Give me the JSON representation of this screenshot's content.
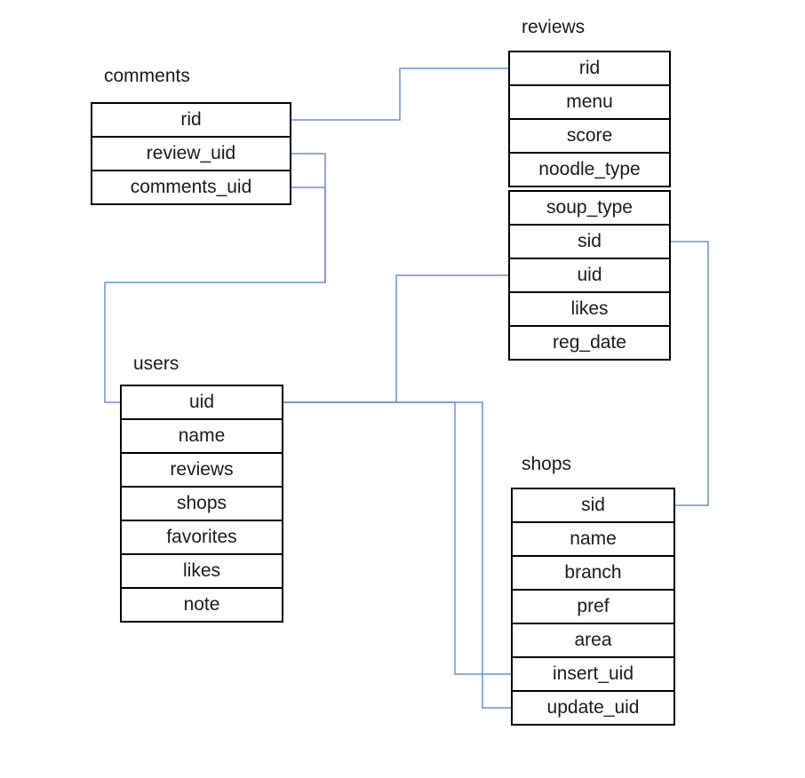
{
  "diagram_type": "entity-relationship",
  "colors": {
    "connector": "#6E8FC9",
    "table_border": "#000000",
    "text": "#1a1a1a",
    "background": "#ffffff"
  },
  "tables": {
    "comments": {
      "title": "comments",
      "rows": [
        "rid",
        "review_uid",
        "comments_uid"
      ]
    },
    "reviews": {
      "title": "reviews",
      "groups": [
        [
          "rid",
          "menu",
          "score",
          "noodle_type"
        ],
        [
          "soup_type",
          "sid",
          "uid",
          "likes",
          "reg_date"
        ]
      ]
    },
    "users": {
      "title": "users",
      "rows": [
        "uid",
        "name",
        "reviews",
        "shops",
        "favorites",
        "likes",
        "note"
      ]
    },
    "shops": {
      "title": "shops",
      "rows": [
        "sid",
        "name",
        "branch",
        "pref",
        "area",
        "insert_uid",
        "update_uid"
      ]
    }
  },
  "connections": [
    {
      "from": "comments.rid",
      "to": "reviews.rid"
    },
    {
      "from": "comments.review_uid",
      "to": "users.uid"
    },
    {
      "from": "comments.comments_uid",
      "to": "users.uid"
    },
    {
      "from": "users.uid",
      "to": "reviews.uid"
    },
    {
      "from": "users.uid",
      "to": "shops.insert_uid"
    },
    {
      "from": "users.uid",
      "to": "shops.update_uid"
    },
    {
      "from": "reviews.sid",
      "to": "shops.sid"
    }
  ]
}
